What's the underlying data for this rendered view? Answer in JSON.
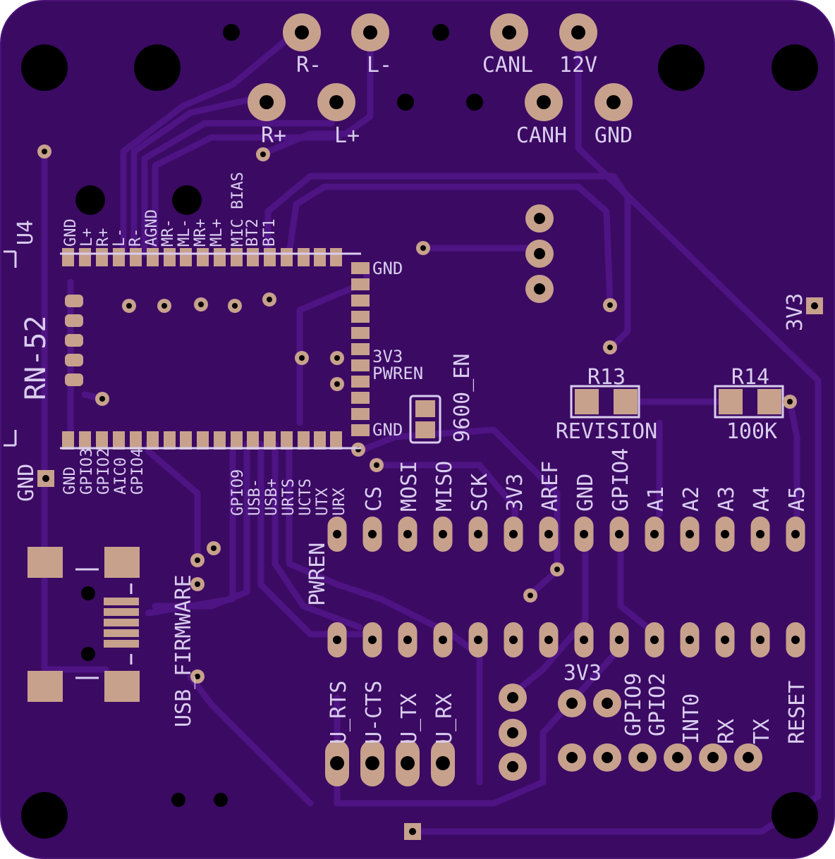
{
  "board": {
    "colors": {
      "board": "#3b0a63",
      "edge": "#4a1378",
      "trace": "#4e1483",
      "copper": "#c7a18c",
      "silkscreen": "#d9cdef",
      "hole": "#000000"
    }
  },
  "labels": {
    "r_minus": "R-",
    "l_minus": "L-",
    "canl": "CANL",
    "v12": "12V",
    "r_plus": "R+",
    "l_plus": "L+",
    "canh": "CANH",
    "gnd_top": "GND",
    "u4": "U4",
    "rn52": "RN-52",
    "gnd_left": "GND",
    "v3v3_right": "3V3",
    "gnd_pad1": "GND",
    "v3v3_pad": "3V3",
    "pwren_pad": "PWREN",
    "gnd_pad2": "GND",
    "baud": "9600_EN",
    "r13": "R13",
    "revision": "REVISION",
    "r14": "R14",
    "r14_val": "100K",
    "usb_firmware": "USB_FIRMWARE",
    "pwren_label": "PWREN",
    "jp_3v3": "3V3",
    "jp_gpio9": "GPIO9",
    "jp_gpio2": "GPIO2"
  },
  "rn52_top_pins": [
    "GND",
    "L+",
    "R+",
    "L-",
    "R-",
    "AGND",
    "MR-",
    "ML-",
    "MR+",
    "ML+",
    "MIC BIAS",
    "BT2",
    "BT1"
  ],
  "rn52_bottom_pins_left": [
    "GND",
    "GPIO3",
    "GPIO2",
    "AIC0",
    "GPIO4"
  ],
  "rn52_bottom_pins_right": [
    "GPIO9",
    "USB-",
    "USB+",
    "URTS",
    "UCTS",
    "UTX",
    "URX"
  ],
  "header_top_labels": [
    "CS",
    "MOSI",
    "MISO",
    "SCK",
    "3V3",
    "AREF",
    "GND",
    "GPIO4",
    "A1",
    "A2",
    "A3",
    "A4",
    "A5"
  ],
  "header_bottom_labels": [
    "U_RTS",
    "U-CTS",
    "U_TX",
    "U_RX",
    "",
    "",
    "",
    "",
    "",
    "INT0",
    "RX",
    "TX",
    "RESET"
  ]
}
